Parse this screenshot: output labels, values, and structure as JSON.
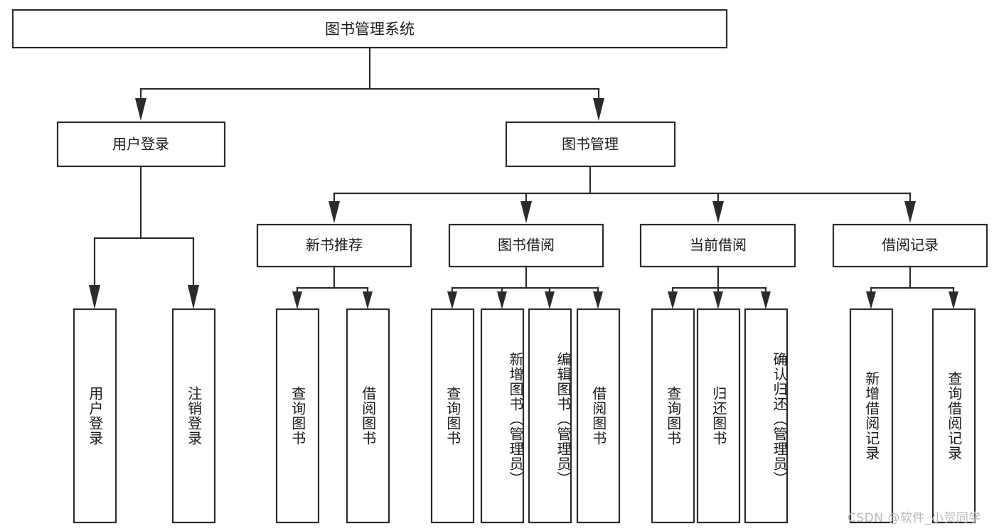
{
  "diagram": {
    "type": "tree",
    "title": "图书管理系统",
    "watermark": "CSDN @软件_小贺同学",
    "colors": {
      "stroke": "#2b2b2b",
      "fill": "#ffffff",
      "text": "#1a1a1a",
      "watermark": "#b9b9b9"
    },
    "root": {
      "label": "图书管理系统"
    },
    "level2": [
      {
        "label": "用户登录"
      },
      {
        "label": "图书管理"
      }
    ],
    "level3": [
      {
        "label": "新书推荐"
      },
      {
        "label": "图书借阅"
      },
      {
        "label": "当前借阅"
      },
      {
        "label": "借阅记录"
      }
    ],
    "leaves": {
      "user_login": [
        {
          "label": "用户登录"
        },
        {
          "label": "注销登录"
        }
      ],
      "new_book": [
        {
          "label": "查询图书"
        },
        {
          "label": "借阅图书"
        }
      ],
      "book_borrow": [
        {
          "label": "查询图书"
        },
        {
          "label": "新增图书（管理员）"
        },
        {
          "label": "编辑图书（管理员）"
        },
        {
          "label": "借阅图书"
        }
      ],
      "current_borrow": [
        {
          "label": "查询图书"
        },
        {
          "label": "归还图书"
        },
        {
          "label": "确认归还（管理员）"
        }
      ],
      "borrow_record": [
        {
          "label": "新增借阅记录"
        },
        {
          "label": "查询借阅记录"
        }
      ]
    }
  }
}
